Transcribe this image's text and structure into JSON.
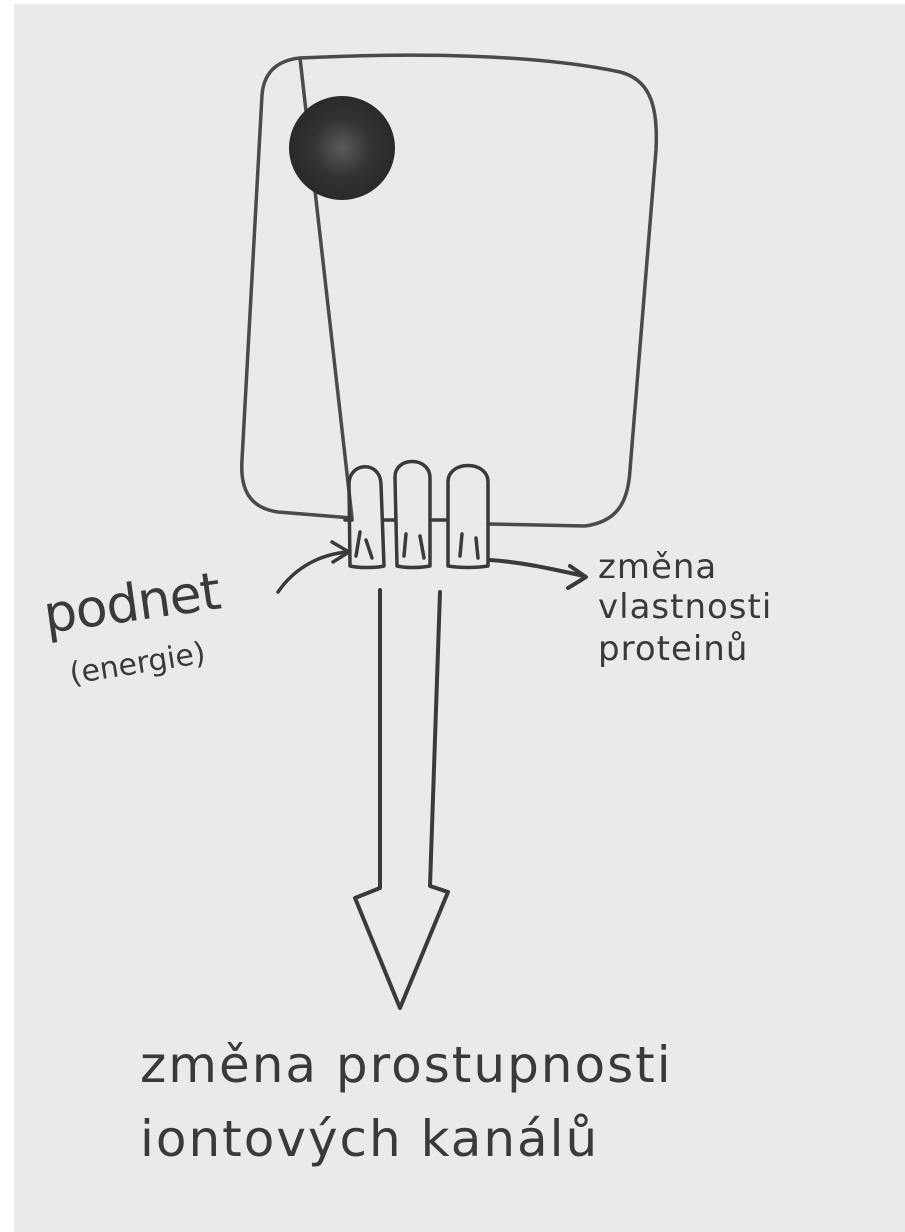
{
  "diagram": {
    "labels": {
      "stimulus": "podnet",
      "stimulus_note": "(energie)",
      "protein_change_line1": "změna",
      "protein_change_line2": "vlastnosti",
      "protein_change_line3": "proteinů",
      "permeability_line1": "změna prostupnosti",
      "permeability_line2": "iontových kanálů"
    },
    "colors": {
      "paper": "#e9eaec",
      "pencil": "#3a3a3a",
      "nucleus": "#2e2e2e"
    }
  }
}
